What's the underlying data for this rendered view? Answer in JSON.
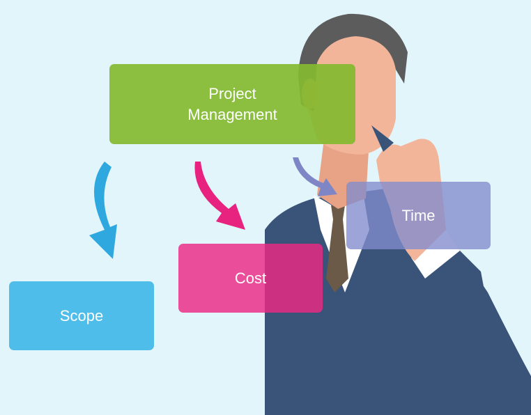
{
  "diagram": {
    "nodes": [
      {
        "id": "pm",
        "label": "Project\nManagement",
        "color": "#84ba30"
      },
      {
        "id": "time",
        "label": "Time",
        "color": "#828ccd"
      },
      {
        "id": "cost",
        "label": "Cost",
        "color": "#ec2882"
      },
      {
        "id": "scope",
        "label": "Scope",
        "color": "#4fbde9"
      }
    ],
    "edges": [
      {
        "from": "pm",
        "to": "scope",
        "color": "#2fa8e0"
      },
      {
        "from": "pm",
        "to": "cost",
        "color": "#e8237f"
      },
      {
        "from": "pm",
        "to": "time",
        "color": "#7f86c6"
      }
    ]
  },
  "illustration": {
    "subject": "businessman-illustration",
    "suit_color": "#3a5378",
    "skin_color": "#f2b59a",
    "hair_color": "#5c5c5c",
    "tie_color": "#6b5a47"
  },
  "background_color": "#e1f5fb"
}
